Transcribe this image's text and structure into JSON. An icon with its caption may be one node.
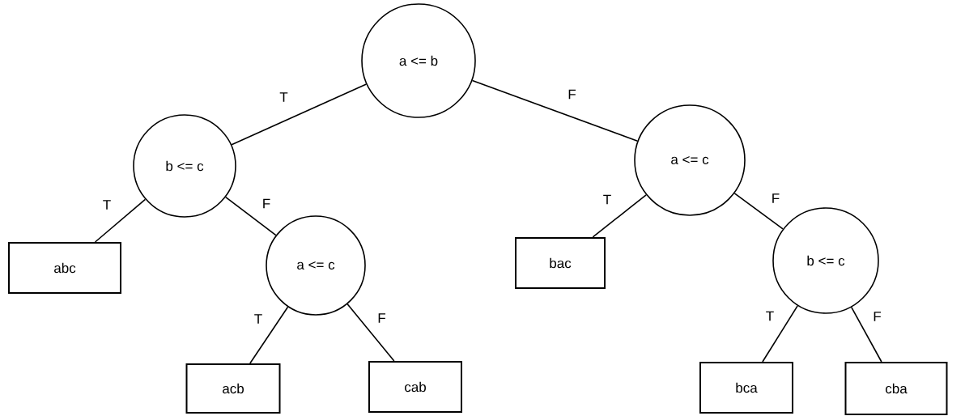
{
  "diagram": {
    "nodes": [
      {
        "text": [
          "a <= b"
        ]
      },
      {
        "text": [
          "b <= c"
        ]
      },
      {
        "text": [
          "a <= c"
        ]
      },
      {
        "text": [
          "abc"
        ]
      },
      {
        "text": [
          "a <= c"
        ]
      },
      {
        "text": [
          "bac"
        ]
      },
      {
        "text": [
          "b <= c"
        ]
      },
      {
        "text": [
          "acb"
        ]
      },
      {
        "text": [
          "cab"
        ]
      },
      {
        "text": [
          "bca"
        ]
      },
      {
        "text": [
          "cba"
        ]
      }
    ],
    "edges": [
      {
        "from": 0,
        "to": 1,
        "arrow": "none",
        "label": "T"
      },
      {
        "from": 0,
        "to": 2,
        "arrow": "none",
        "label": "F"
      },
      {
        "from": 1,
        "to": 3,
        "arrow": "none",
        "label": "T"
      },
      {
        "from": 1,
        "to": 4,
        "arrow": "none",
        "label": "F"
      },
      {
        "from": 2,
        "to": 5,
        "arrow": "none",
        "label": "T"
      },
      {
        "from": 2,
        "to": 6,
        "arrow": "none",
        "label": "F"
      },
      {
        "from": 4,
        "to": 7,
        "arrow": "none",
        "label": "T"
      },
      {
        "from": 4,
        "to": 8,
        "arrow": "none",
        "label": "F"
      },
      {
        "from": 6,
        "to": 9,
        "arrow": "none",
        "label": "T"
      },
      {
        "from": 6,
        "to": 10,
        "arrow": "none",
        "label": "F"
      }
    ]
  }
}
